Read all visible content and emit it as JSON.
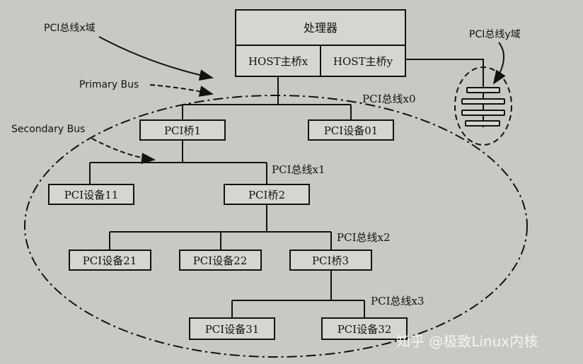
{
  "processor": {
    "label": "处理器",
    "host_x": "HOST主桥x",
    "host_y": "HOST主桥y"
  },
  "domains": {
    "x": "PCI总线x域",
    "y": "PCI总线y域"
  },
  "bus_labels": {
    "primary": "Primary Bus",
    "secondary": "Secondary Bus"
  },
  "buses": {
    "x0": "PCI总线x0",
    "x1": "PCI总线x1",
    "x2": "PCI总线x2",
    "x3": "PCI总线x3"
  },
  "nodes": {
    "bridge1": "PCI桥1",
    "dev01": "PCI设备01",
    "dev11": "PCI设备11",
    "bridge2": "PCI桥2",
    "dev21": "PCI设备21",
    "dev22": "PCI设备22",
    "bridge3": "PCI桥3",
    "dev31": "PCI设备31",
    "dev32": "PCI设备32"
  },
  "watermark": "知乎 @极致Linux内核"
}
